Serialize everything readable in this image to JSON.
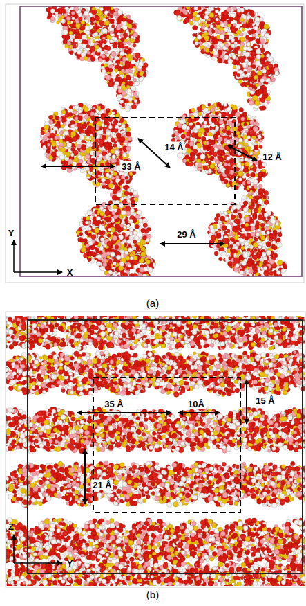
{
  "diagram": {
    "labels": [
      "33 Å",
      "14 Å",
      "12 Å",
      "29 Å",
      "Y",
      "X",
      "(a)",
      "35 Å",
      "10Å",
      "15 Å",
      "21 Å",
      "Z",
      "Y",
      "(b)"
    ]
  }
}
